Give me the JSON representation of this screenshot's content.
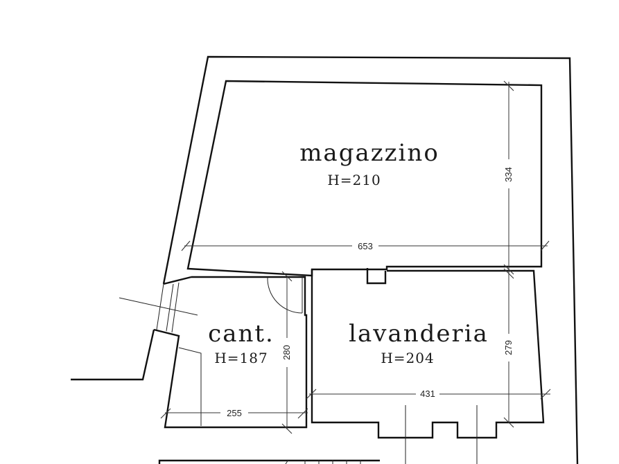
{
  "rooms": {
    "magazzino": {
      "name": "magazzino",
      "height": "H=210"
    },
    "cantina": {
      "name": "cant.",
      "height": "H=187"
    },
    "lavanderia": {
      "name": "lavanderia",
      "height": "H=204"
    }
  },
  "dimensions": {
    "magazzino_width": "653",
    "magazzino_depth": "334",
    "cantina_width": "255",
    "cantina_depth": "280",
    "lavanderia_width": "431",
    "lavanderia_depth": "279"
  }
}
